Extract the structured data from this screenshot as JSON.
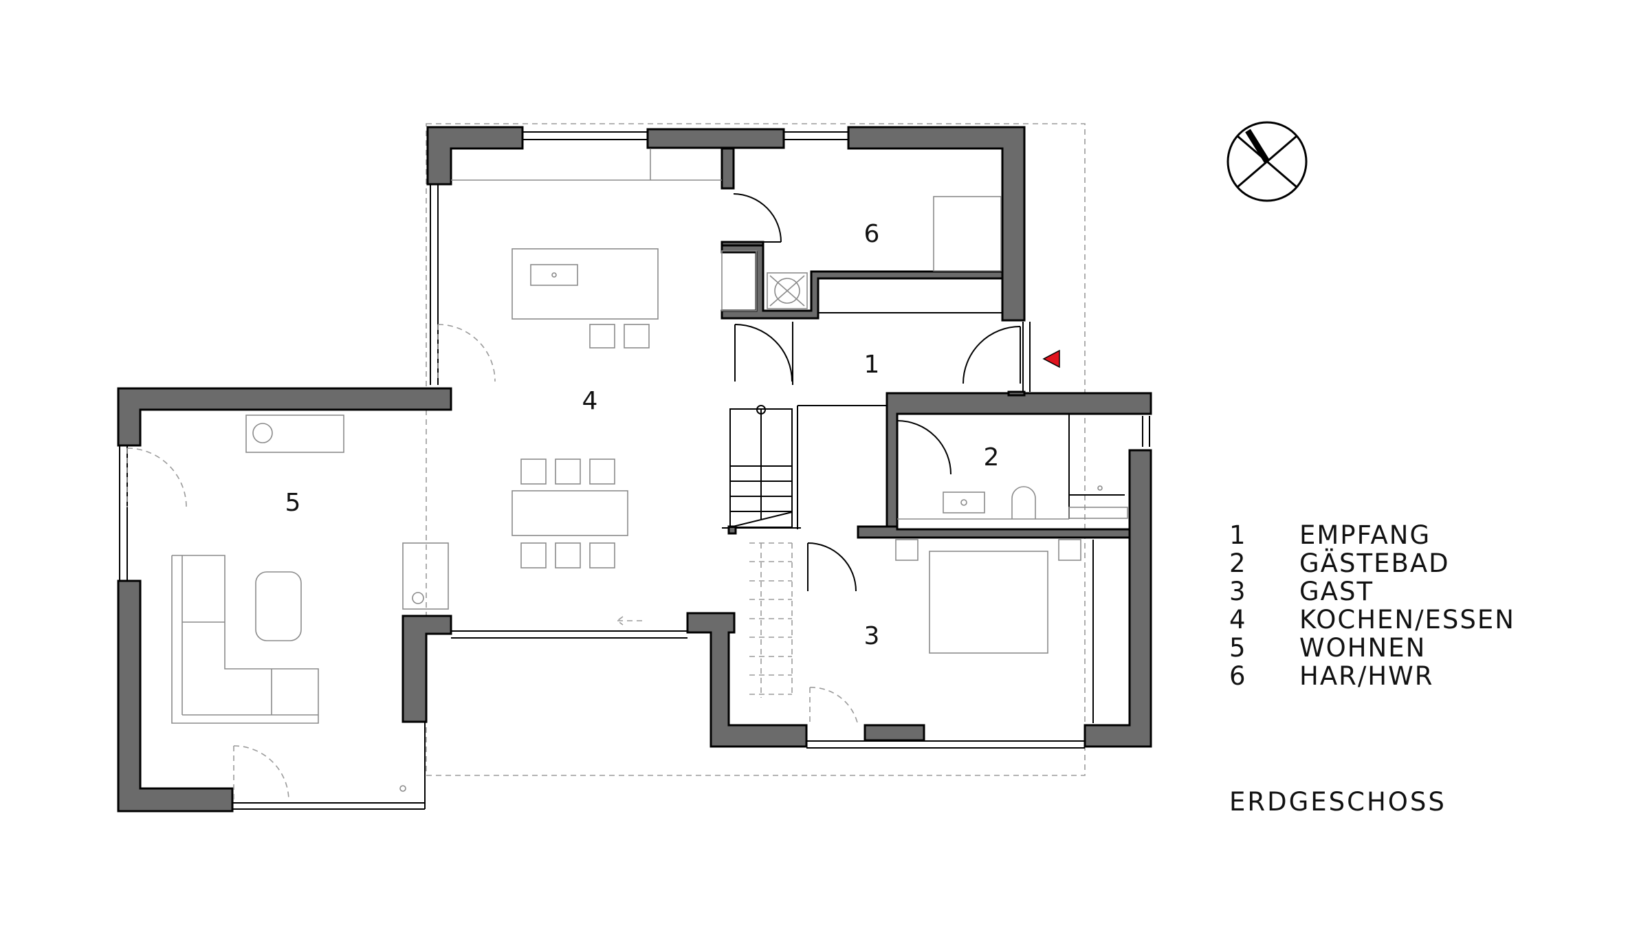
{
  "rooms": [
    {
      "number": "1",
      "name": "EMPFANG"
    },
    {
      "number": "2",
      "name": "GÄSTEBAD"
    },
    {
      "number": "3",
      "name": "GAST"
    },
    {
      "number": "4",
      "name": "KOCHEN/ESSEN"
    },
    {
      "number": "5",
      "name": "WOHNEN"
    },
    {
      "number": "6",
      "name": "HAR/HWR"
    }
  ],
  "floor_title": "ERDGESCHOSS",
  "colors": {
    "wall_fill": "#6b6b6b",
    "entrance_marker": "#e0141e",
    "line": "#000000",
    "furniture": "#8a8a8a"
  },
  "icons": {
    "north": "compass-north-arrow-icon",
    "entrance": "entrance-triangle-icon"
  }
}
